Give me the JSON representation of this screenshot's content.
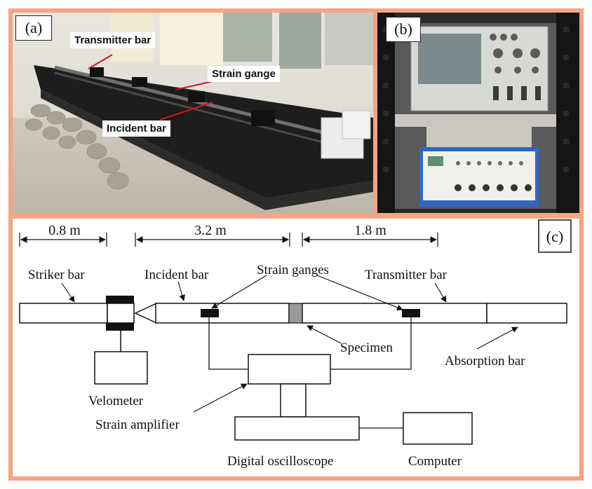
{
  "panel_a": {
    "label": "(a)",
    "callouts": {
      "transmitter_bar": "Transmitter bar",
      "strain_gange": "Strain gange",
      "incident_bar": "Incident bar"
    }
  },
  "panel_b": {
    "label": "(b)"
  },
  "panel_c": {
    "label": "(c)",
    "dimensions": {
      "d1": "0.8 m",
      "d2": "3.2 m",
      "d3": "1.8 m"
    },
    "labels": {
      "striker_bar": "Striker bar",
      "incident_bar": "Incident bar",
      "strain_ganges": "Strain ganges",
      "transmitter_bar": "Transmitter bar",
      "specimen": "Specimen",
      "absorption_bar": "Absorption bar",
      "velometer": "Velometer",
      "strain_amplifier": "Strain amplifier",
      "digital_oscilloscope": "Digital oscilloscope",
      "computer": "Computer"
    }
  },
  "colors": {
    "frame": "#f4a582",
    "gauge": "#111111",
    "specimen": "#999999"
  }
}
